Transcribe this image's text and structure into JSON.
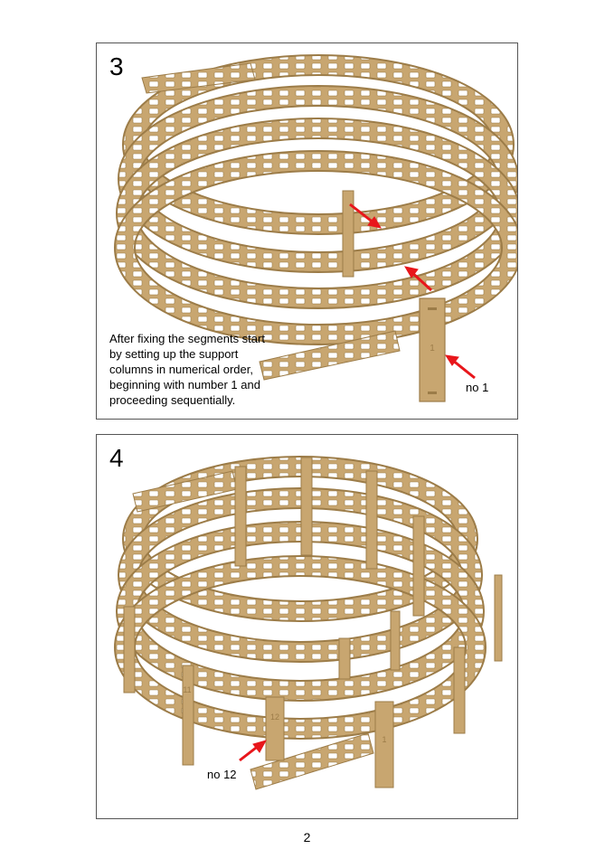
{
  "steps": [
    {
      "number": "3",
      "instruction": "After fixing the segments start by setting up the support columns in numerical order, beginning with number 1 and proceeding sequentially.",
      "callout": "no 1",
      "column_label": "1"
    },
    {
      "number": "4",
      "callout": "no 12",
      "column_labels": [
        "12",
        "1",
        "11"
      ]
    }
  ],
  "page_number": "2",
  "colors": {
    "wood": "#c8a670",
    "wood_dark": "#9c7c48",
    "arrow": "#e8161b",
    "frame": "#555555"
  }
}
